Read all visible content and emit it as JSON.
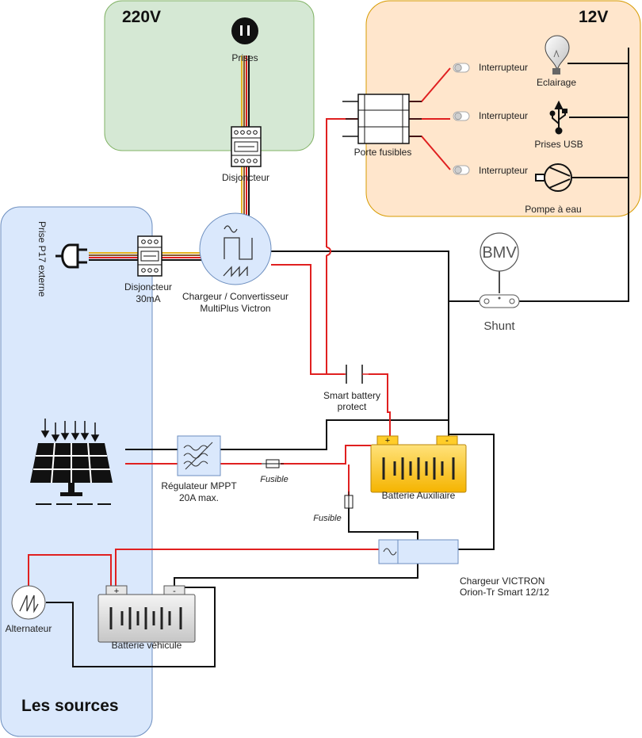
{
  "zones": {
    "z220": {
      "title": "220V",
      "fill": "#d5e8d4",
      "stroke": "#82b366"
    },
    "z12": {
      "title": "12V",
      "fill": "#ffe6cc",
      "stroke": "#d79b00"
    },
    "sources": {
      "title": "Les sources",
      "fill": "#dae8fc",
      "stroke": "#6c8ebf"
    }
  },
  "labels": {
    "prises": "Prises",
    "disjoncteur": "Disjoncteur",
    "prise_p17": "Prise P17 externe",
    "disj30_l1": "Disjoncteur",
    "disj30_l2": "30mA",
    "multiplus_l1": "Chargeur / Convertisseur",
    "multiplus_l2": "MultiPlus Victron",
    "porte_fusibles": "Porte fusibles",
    "interrupteur_1": "Interrupteur",
    "interrupteur_2": "Interrupteur",
    "interrupteur_3": "Interrupteur",
    "eclairage": "Eclairage",
    "prises_usb": "Prises USB",
    "pompe": "Pompe à eau",
    "bmv": "BMV",
    "shunt": "Shunt",
    "sbp_l1": "Smart battery",
    "sbp_l2": "protect",
    "mppt_l1": "Régulateur MPPT",
    "mppt_l2": "20A max.",
    "fusible_1": "Fusible",
    "fusible_2": "Fusible",
    "batt_aux": "Batterie Auxiliaire",
    "batt_veh": "Batterie véhicule",
    "orion_l1": "Chargeur VICTRON",
    "orion_l2": "Orion-Tr Smart 12/12",
    "alternateur": "Alternateur",
    "plus": "+",
    "minus": "-",
    "plus2": "+",
    "minus2": "-"
  },
  "colors": {
    "red_wire": "#e02020",
    "black_wire": "#111111",
    "ac_yellow": "#e6b422",
    "ac_brown": "#8b5a2b",
    "battery_aux": "#ffcd28",
    "battery_veh": "#dddddd",
    "device_blue": "#dae8fc"
  }
}
